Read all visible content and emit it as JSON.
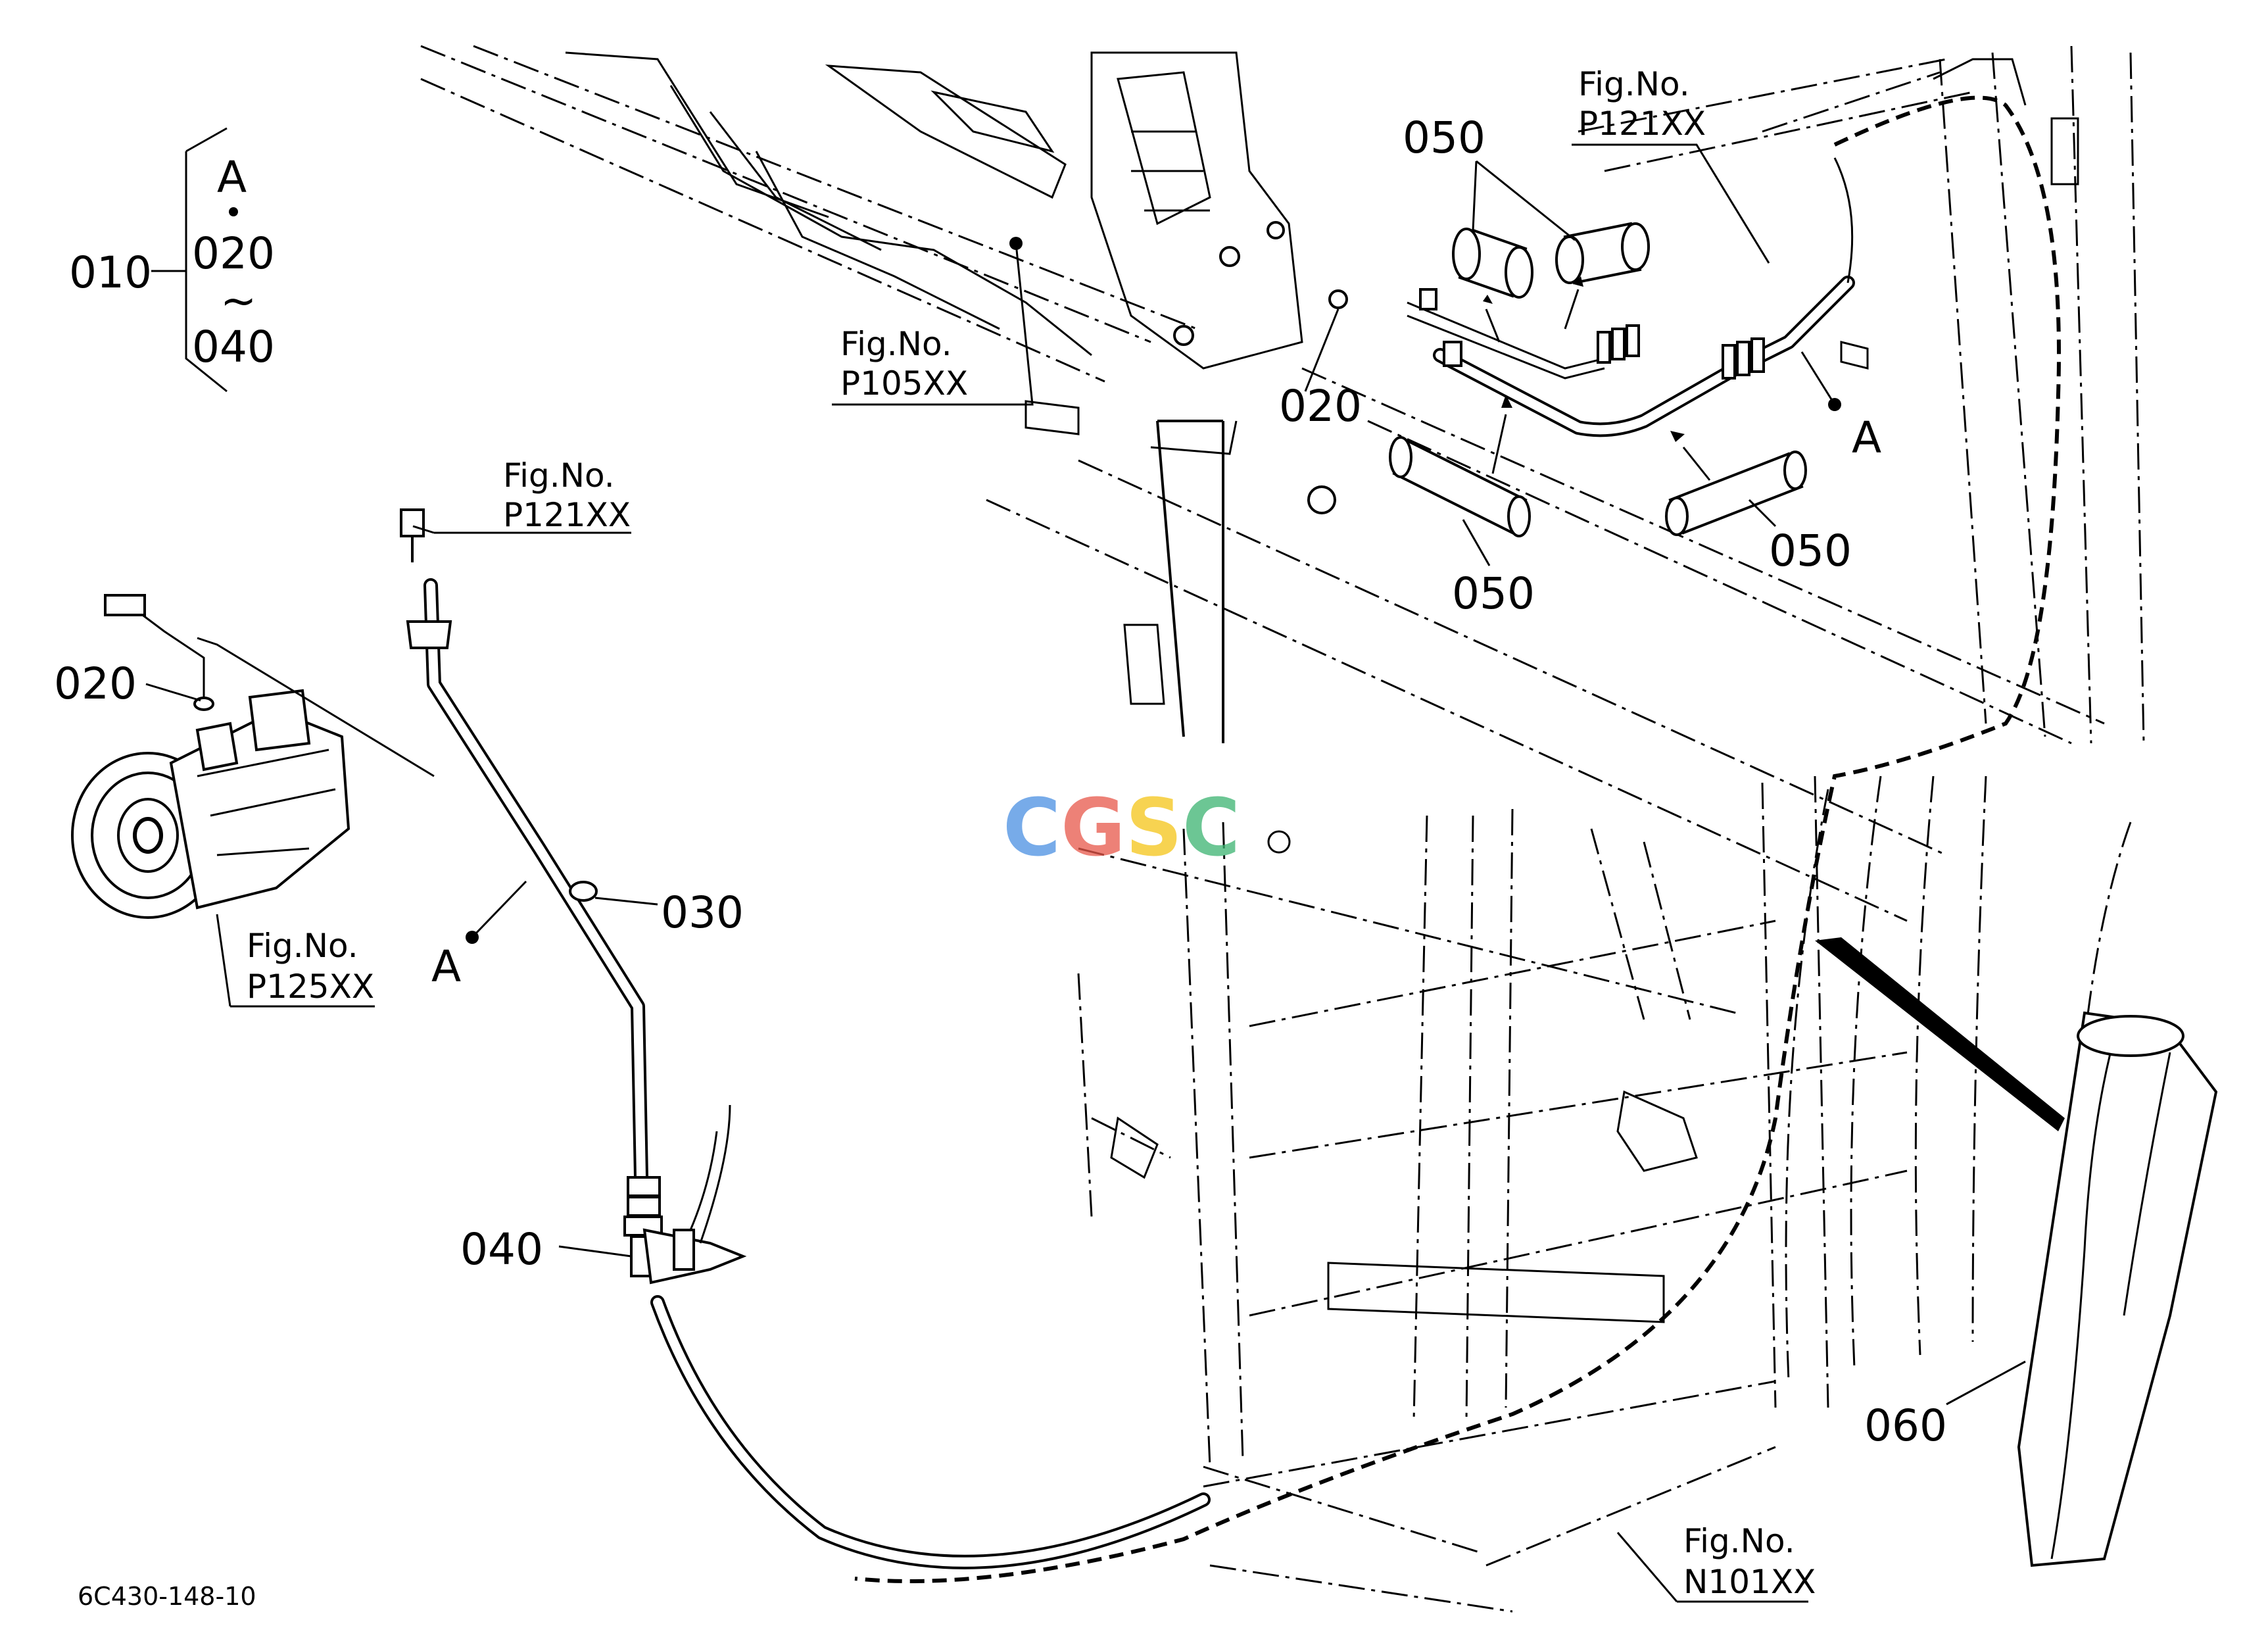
{
  "group_bracket": {
    "number": "010",
    "line1": "A",
    "line2": "020",
    "tilde": "~",
    "line3": "040"
  },
  "callouts": {
    "c020_top": "020",
    "c020_left": "020",
    "c030": "030",
    "c040": "040",
    "c050_a": "050",
    "c050_b": "050",
    "c050_c": "050",
    "c060": "060",
    "a_left": "A",
    "a_right": "A"
  },
  "figure_refs": {
    "p105": {
      "caption": "Fig.No.",
      "number": "P105XX"
    },
    "p121_top": {
      "caption": "Fig.No.",
      "number": "P121XX"
    },
    "p121_left": {
      "caption": "Fig.No.",
      "number": "P121XX"
    },
    "p125": {
      "caption": "Fig.No.",
      "number": "P125XX"
    },
    "n101": {
      "caption": "Fig.No.",
      "number": "N101XX"
    }
  },
  "drawing_code": "6C430-148-10",
  "watermark": {
    "text": "CGSC",
    "colors": [
      "#4a90e2",
      "#e8574a",
      "#f5c518",
      "#3cb371"
    ]
  }
}
